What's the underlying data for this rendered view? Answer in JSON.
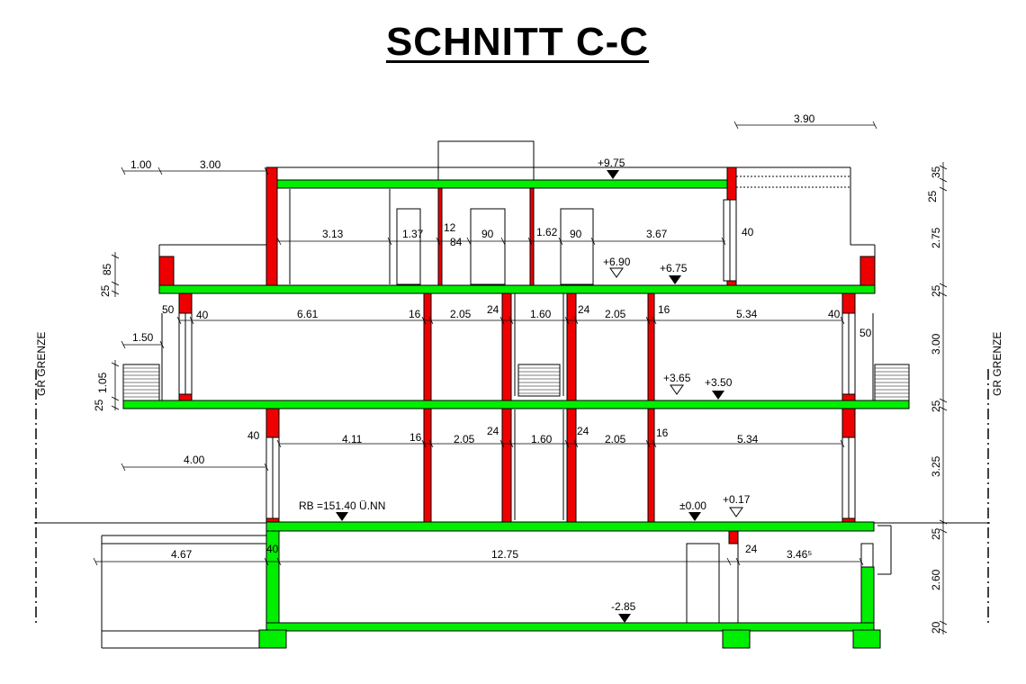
{
  "title": "SCHNITT C-C",
  "colors": {
    "slab": "#00ee00",
    "column": "#ee0000",
    "line": "#000000"
  },
  "grenze_label": "GR GRENZE",
  "levels": {
    "roof": "+9.75",
    "upper_finish": "+6.90",
    "upper_raw": "+6.75",
    "mid_finish": "+3.65",
    "mid_raw": "+3.50",
    "ground": "±0.00",
    "ground_finish": "+0.17",
    "basement": "-2.85",
    "rb": "RB =151.40  Ü.NN"
  },
  "dim_top": {
    "d390": "3.90",
    "d100": "1.00",
    "d300": "3.00"
  },
  "dim_floor2": [
    "3.13",
    "1.37",
    "12",
    "84",
    "90",
    "1.62",
    "90",
    "3.67",
    "40"
  ],
  "dim_floor1": [
    "50",
    "40",
    "6.61",
    "16",
    "2.05",
    "24",
    "1.60",
    "24",
    "2.05",
    "16",
    "5.34",
    "40",
    "50",
    "1.50"
  ],
  "dim_floor0": [
    "40",
    "4.11",
    "16",
    "2.05",
    "24",
    "1.60",
    "24",
    "2.05",
    "16",
    "5.34",
    "4.00"
  ],
  "dim_basement": [
    "4.67",
    "40",
    "12.75",
    "24",
    "3.46⁵"
  ],
  "dim_left": {
    "d25a": "25",
    "d85": "85",
    "d25b": "25",
    "d105": "1.05"
  },
  "dim_right": [
    "25",
    "35",
    "2.75",
    "25",
    "3.00",
    "25",
    "3.25",
    "25",
    "2.60",
    "20"
  ]
}
